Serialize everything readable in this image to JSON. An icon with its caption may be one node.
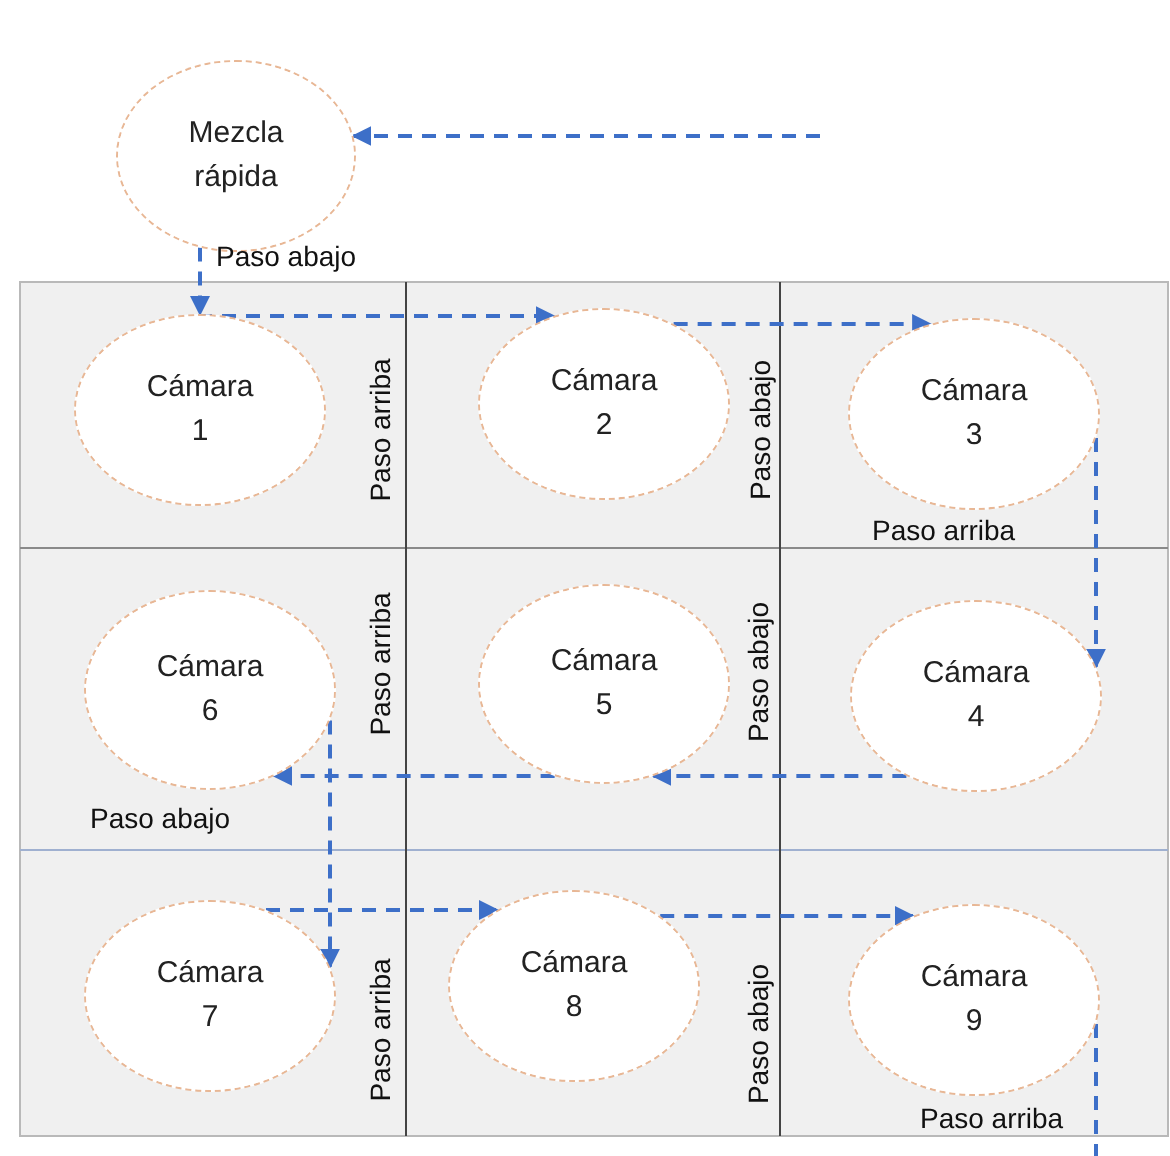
{
  "diagram": {
    "nodes": [
      {
        "text": [
          "Mezcla rápida"
        ]
      },
      {
        "text": [
          "Cámara 1"
        ]
      },
      {
        "text": [
          "Cámara 2"
        ]
      },
      {
        "text": [
          "Cámara 3"
        ]
      },
      {
        "text": [
          "Cámara 4"
        ]
      },
      {
        "text": [
          "Cámara 5"
        ]
      },
      {
        "text": [
          "Cámara 6"
        ]
      },
      {
        "text": [
          "Cámara 7"
        ]
      },
      {
        "text": [
          "Cámara 8"
        ]
      },
      {
        "text": [
          "Cámara 9"
        ]
      }
    ],
    "edges": [
      {
        "from": null,
        "to": 0,
        "arrow": "to",
        "style": "dashed"
      },
      {
        "from": 0,
        "to": 1,
        "arrow": "to",
        "style": "dashed"
      },
      {
        "from": 1,
        "to": 2,
        "arrow": "to",
        "style": "dashed"
      },
      {
        "from": 2,
        "to": 3,
        "arrow": "to",
        "style": "dashed"
      },
      {
        "from": 3,
        "to": 4,
        "arrow": "to",
        "style": "dashed"
      },
      {
        "from": 4,
        "to": 5,
        "arrow": "to",
        "style": "dashed"
      },
      {
        "from": 5,
        "to": 6,
        "arrow": "to",
        "style": "dashed"
      },
      {
        "from": 6,
        "to": 7,
        "arrow": "to",
        "style": "dashed"
      },
      {
        "from": 7,
        "to": 8,
        "arrow": "to",
        "style": "dashed"
      },
      {
        "from": 8,
        "to": 9,
        "arrow": "to",
        "style": "dashed"
      },
      {
        "from": 9,
        "to": null,
        "arrow": "none",
        "style": "dashed"
      }
    ],
    "labels": [
      "Paso abajo",
      "Paso arriba",
      "Paso abajo",
      "Paso arriba",
      "Paso arriba",
      "Paso abajo",
      "Paso abajo",
      "Paso arriba",
      "Paso abajo",
      "Paso arriba"
    ]
  }
}
